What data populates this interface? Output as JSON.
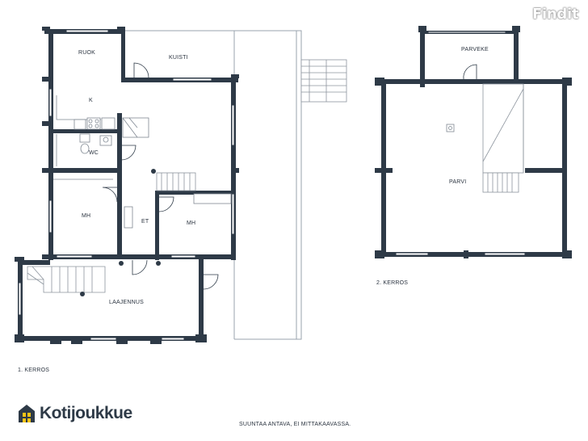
{
  "watermark": "Findit",
  "brand": {
    "name": "Kotijoukkue"
  },
  "note": "SUUNTAA ANTAVA, EI MITTAKAAVASSA.",
  "floors": [
    {
      "caption": "1. KERROS",
      "rooms": [
        "RUOK",
        "KUISTI",
        "K",
        "WC",
        "MH",
        "ET",
        "MH",
        "LAAJENNUS"
      ]
    },
    {
      "caption": "2. KERROS",
      "rooms": [
        "PARVEKE",
        "PARVI"
      ]
    }
  ],
  "icons": [
    "house-logo-icon"
  ]
}
